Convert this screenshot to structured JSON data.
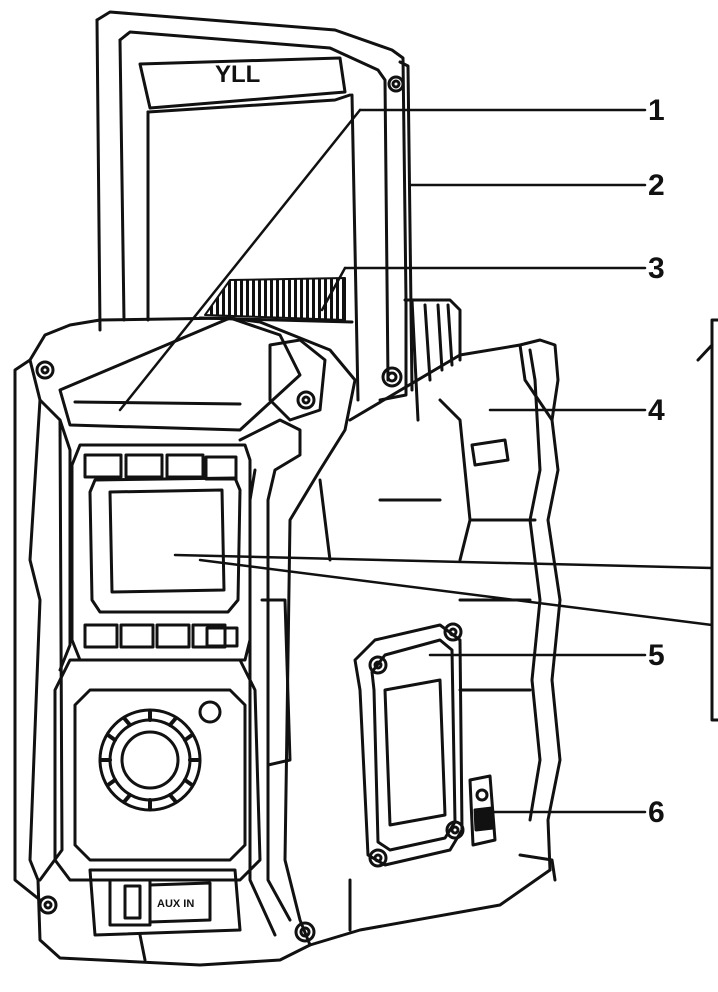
{
  "diagram": {
    "callouts": [
      {
        "id": "1",
        "label": "1"
      },
      {
        "id": "2",
        "label": "2"
      },
      {
        "id": "3",
        "label": "3"
      },
      {
        "id": "4",
        "label": "4"
      },
      {
        "id": "5",
        "label": "5"
      },
      {
        "id": "6",
        "label": "6"
      }
    ],
    "aux_label": "AUX IN",
    "handle_symbol": "YLL",
    "colors": {
      "stroke": "#111111",
      "fill": "#ffffff",
      "hatch": "#111111"
    }
  }
}
